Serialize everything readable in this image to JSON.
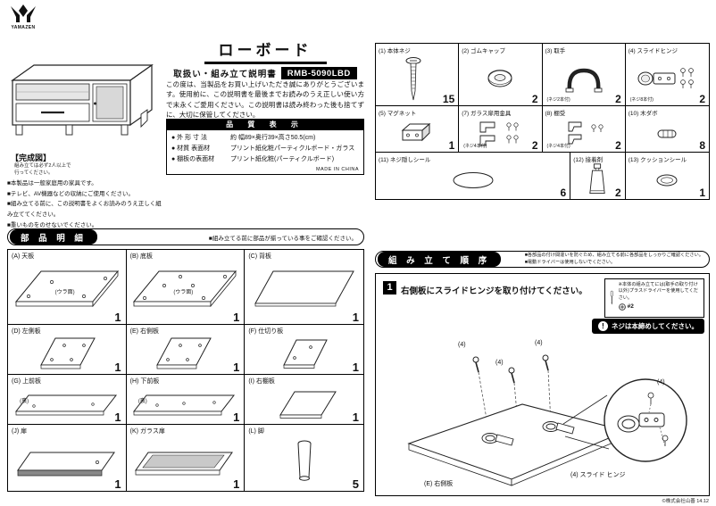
{
  "brand": {
    "name": "YAMAZEN"
  },
  "doc": {
    "title": "ローボード",
    "subtitle": "取扱い・組み立て説明書",
    "model": "RMB-5090LBD",
    "intro": "この度は、当製品をお買い上げいただき誠にありがとうございます。使用前に、この説明書を最後までお読みのうえ正しい使い方で末永くご愛用ください。この説明書は読み終わった後も捨てずに、大切に保管してください。"
  },
  "finished": {
    "label": "【完成図】",
    "note": "組み立ては必ず2人以上で\n行ってください。"
  },
  "quality": {
    "title": "品 質 表 示",
    "rows": [
      {
        "label": "● 外 形 寸 法",
        "value": "約 幅89×奥行39×高さ50.5(cm)"
      },
      {
        "label": "● 材質 表面材",
        "value": "プリント紙化粧パーティクルボード・ガラス"
      },
      {
        "label": "● 棚板の表面材",
        "value": "プリント紙化粧(パーティクルボード)"
      }
    ],
    "origin": "MADE IN CHINA"
  },
  "notes": [
    "■本製品は一般家庭用の家具です。",
    "■テレビ、AV機器などの収納にご使用ください。",
    "■組み立てる前に、この説明書をよくお読みのうえ正しく組み立ててください。",
    "■重いものをのせないでください。"
  ],
  "parts": {
    "title": "部 品 明 細",
    "note": "■組み立てる前に部品が揃っている事をご確認ください。",
    "items": [
      {
        "id": "(A)",
        "name": "天板",
        "sub": "(ウラ面)",
        "qty": "1"
      },
      {
        "id": "(B)",
        "name": "底板",
        "sub": "(ウラ面)",
        "qty": "1"
      },
      {
        "id": "(C)",
        "name": "背板",
        "sub": "",
        "qty": "1"
      },
      {
        "id": "(D)",
        "name": "左側板",
        "sub": "",
        "qty": "1"
      },
      {
        "id": "(E)",
        "name": "右側板",
        "sub": "",
        "qty": "1"
      },
      {
        "id": "(F)",
        "name": "仕切り板",
        "sub": "",
        "qty": "1"
      },
      {
        "id": "(G)",
        "name": "上前板",
        "sub": "(裏)",
        "qty": "1"
      },
      {
        "id": "(H)",
        "name": "下前板",
        "sub": "(裏)",
        "qty": "1"
      },
      {
        "id": "(I)",
        "name": "右棚板",
        "sub": "",
        "qty": "1"
      },
      {
        "id": "(J)",
        "name": "扉",
        "sub": "",
        "qty": "1"
      },
      {
        "id": "(K)",
        "name": "ガラス扉",
        "sub": "",
        "qty": "1"
      },
      {
        "id": "(L)",
        "name": "脚",
        "sub": "",
        "qty": "5"
      }
    ]
  },
  "hardware": {
    "items": [
      {
        "id": "(1)",
        "name": "本体ネジ",
        "note": "",
        "qty": "15"
      },
      {
        "id": "(2)",
        "name": "ゴムキャップ",
        "note": "",
        "qty": "2"
      },
      {
        "id": "(3)",
        "name": "取手",
        "note": "(ネジ2本付)",
        "qty": "2"
      },
      {
        "id": "(4)",
        "name": "スライドヒンジ",
        "note": "(ネジ8本付)",
        "qty": "2"
      },
      {
        "id": "(5)",
        "name": "マグネット",
        "note": "",
        "qty": "1"
      },
      {
        "id": "(7)",
        "name": "ガラス扉用金具",
        "note": "(ネジ4本付)",
        "qty": "2"
      },
      {
        "id": "(8)",
        "name": "棚受",
        "note": "(ネジ4本付)",
        "qty": "2"
      },
      {
        "id": "(10)",
        "name": "木ダボ",
        "note": "",
        "qty": "8"
      },
      {
        "id": "(11)",
        "name": "ネジ隠しシール",
        "note": "",
        "qty": "6"
      },
      {
        "id": "(12)",
        "name": "接着剤",
        "note": "",
        "qty": "2"
      },
      {
        "id": "(13)",
        "name": "クッションシール",
        "note": "",
        "qty": "1"
      }
    ]
  },
  "assembly": {
    "title": "組 み 立 て 順 序",
    "notes": [
      "■各部品の付け間違いを防ぐため、組み立てる前に各部品をしっかりご確認ください。",
      "■電動ドライバーは使用しないでください。"
    ],
    "step1": {
      "num": "1",
      "text": "右側板にスライドヒンジを取り付けてください。",
      "tool_note": "※本体の組み立てには(取手の取り付け以外)プラスドライバーを使用してください。",
      "tool_tag": "#2",
      "warning_mark": "!",
      "warning": "ネジは本締めしてください。",
      "labels": {
        "screw": "(4)",
        "panel": "(E) 右側板",
        "hinge": "(4) スライド\nヒンジ"
      }
    }
  },
  "footer": {
    "text": "©株式会社山善 14.12"
  }
}
